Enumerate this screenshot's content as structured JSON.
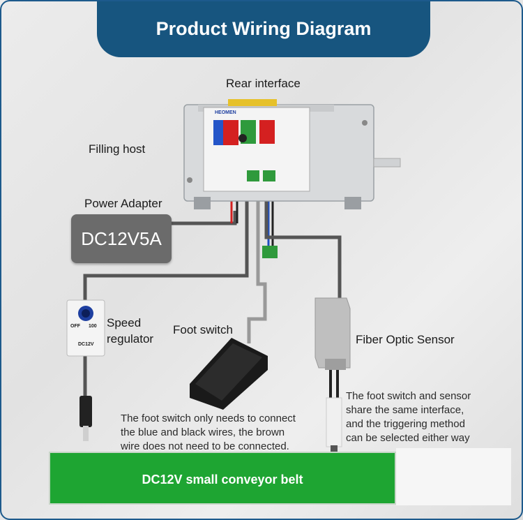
{
  "title": "Product Wiring Diagram",
  "labels": {
    "rear_interface": "Rear interface",
    "filling_host": "Filling host",
    "power_adapter": "Power Adapter",
    "adapter_rating": "DC12V5A",
    "speed_regulator_line1": "Speed",
    "speed_regulator_line2": "regulator",
    "foot_switch": "Foot switch",
    "fiber_optic_sensor": "Fiber Optic Sensor",
    "conveyor_belt": "DC12V small conveyor belt",
    "regulator_off": "OFF",
    "regulator_100": "100",
    "regulator_voltage": "DC12V",
    "host_brand": "HEOMEN"
  },
  "notes": {
    "foot_switch_note": [
      "The foot switch only needs to connect",
      "the blue and black wires, the brown",
      "wire does not need to be connected."
    ],
    "sensor_note": [
      "The foot switch and sensor",
      "share the same interface,",
      "and the triggering method",
      "can be selected either way"
    ]
  },
  "colors": {
    "title_bar": "#17557f",
    "belt": "#1ea532",
    "adapter": "#6b6b6b",
    "cable": "#555555",
    "red_wire": "#d42020",
    "blue_wire": "#1e4fc0",
    "brown_wire": "#8a5a1c",
    "terminal_green": "#2f9a3c"
  }
}
